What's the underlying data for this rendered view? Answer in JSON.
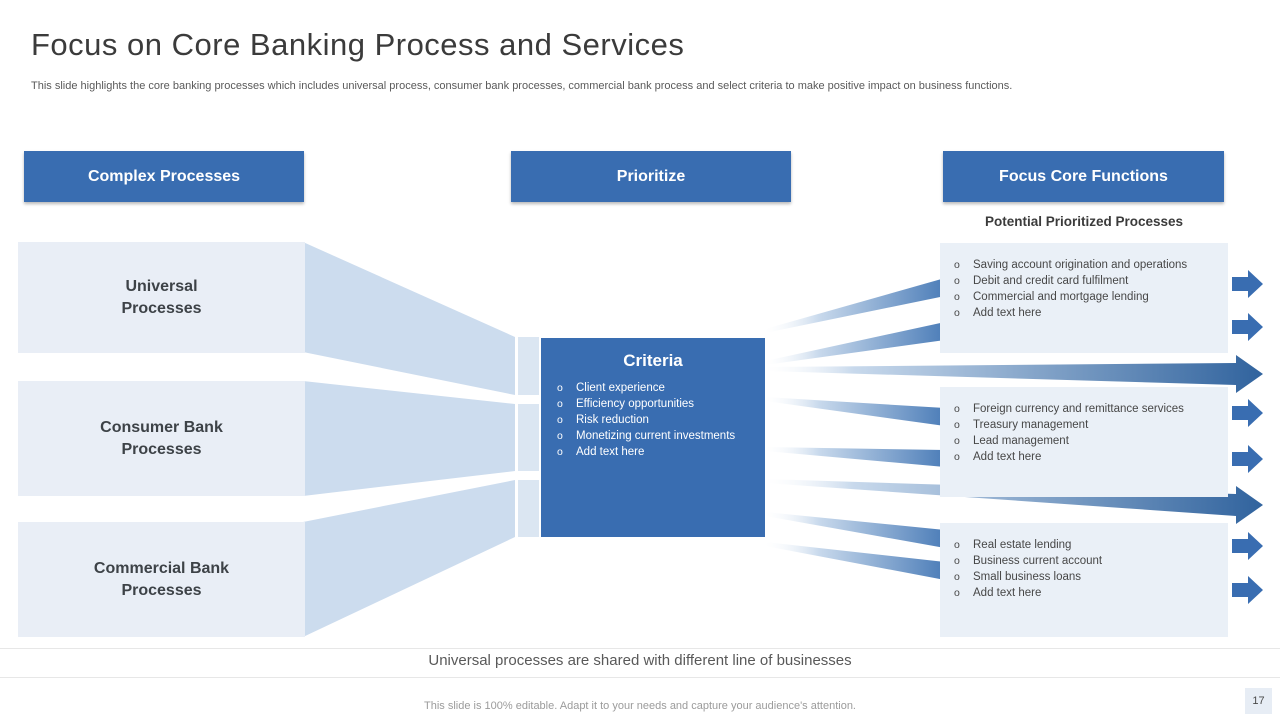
{
  "colors": {
    "accent": "#396db1",
    "box_fill": "#e9eef6",
    "funnel_fill": "#ccdcee",
    "strip_fill": "#dbe6f2",
    "panel_fill": "#eaf0f7"
  },
  "bullet_char": "o",
  "header": {
    "title": "Focus on Core Banking Process and Services",
    "subtitle": "This slide highlights the core banking processes which includes universal process, consumer bank processes, commercial bank process and select criteria to make positive impact on business functions."
  },
  "stages": [
    {
      "label": "Complex Processes"
    },
    {
      "label": "Prioritize"
    },
    {
      "label": "Focus Core Functions"
    }
  ],
  "left_boxes": [
    {
      "label": "Universal\nProcesses"
    },
    {
      "label": "Consumer Bank\nProcesses"
    },
    {
      "label": "Commercial Bank\nProcesses"
    }
  ],
  "criteria": {
    "title": "Criteria",
    "items": [
      "Client experience",
      "Efficiency opportunities",
      "Risk reduction",
      "Monetizing current investments",
      "Add text here"
    ]
  },
  "right": {
    "caption": "Potential Prioritized Processes",
    "panels": [
      {
        "items": [
          "Saving account origination and operations",
          "Debit and credit card fulfilment",
          "Commercial and mortgage lending",
          "Add text here"
        ]
      },
      {
        "items": [
          "Foreign currency and remittance services",
          "Treasury management",
          "Lead management",
          "Add text here"
        ]
      },
      {
        "items": [
          "Real estate lending",
          "Business current account",
          "Small business loans",
          "Add text here"
        ]
      }
    ]
  },
  "bottom": {
    "statement": "Universal processes are shared with different line of businesses",
    "footer_note": "This slide is 100% editable. Adapt it to your needs and capture your audience's attention.",
    "page_number": "17"
  }
}
